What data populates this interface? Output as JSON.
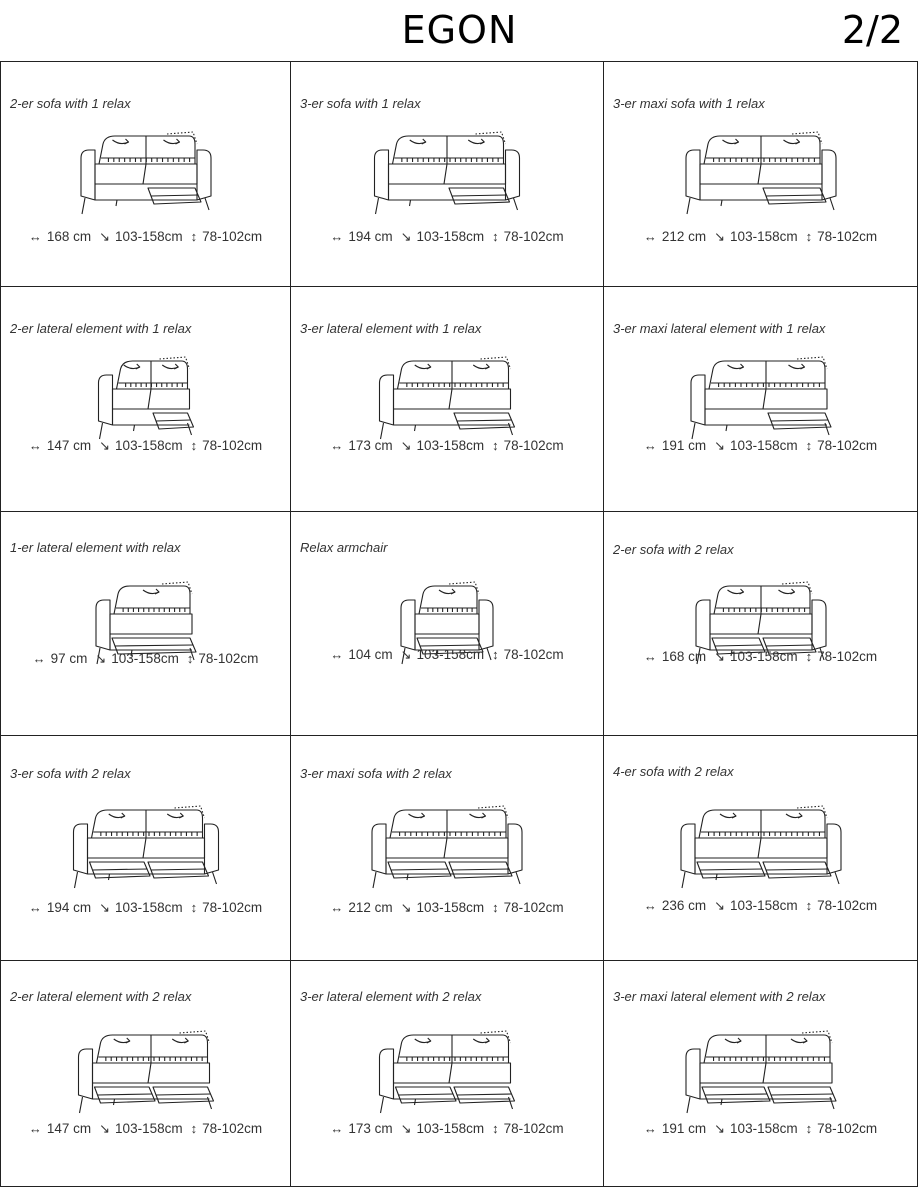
{
  "header": {
    "title": "EGON",
    "page": "2/2"
  },
  "icons": {
    "width": "↔",
    "depth": "↘",
    "height": "↕"
  },
  "items": [
    {
      "title": "2-er sofa with 1 relax",
      "width": "168 cm",
      "depth": "103-158cm",
      "height": "78-102cm"
    },
    {
      "title": "3-er sofa with 1 relax",
      "width": "194 cm",
      "depth": "103-158cm",
      "height": "78-102cm"
    },
    {
      "title": "3-er maxi sofa with 1 relax",
      "width": "212 cm",
      "depth": "103-158cm",
      "height": "78-102cm"
    },
    {
      "title": "2-er lateral element with 1 relax",
      "width": "147 cm",
      "depth": "103-158cm",
      "height": "78-102cm"
    },
    {
      "title": "3-er lateral element with 1 relax",
      "width": "173 cm",
      "depth": "103-158cm",
      "height": "78-102cm"
    },
    {
      "title": "3-er maxi lateral element with 1 relax",
      "width": "191 cm",
      "depth": "103-158cm",
      "height": "78-102cm"
    },
    {
      "title": "1-er lateral element with relax",
      "width": "97 cm",
      "depth": "103-158cm",
      "height": "78-102cm"
    },
    {
      "title": "Relax armchair",
      "width": "104 cm",
      "depth": "103-158cm",
      "height": "78-102cm"
    },
    {
      "title": "2-er sofa with 2 relax",
      "width": "168 cm",
      "depth": "103-158cm",
      "height": "78-102cm"
    },
    {
      "title": "3-er sofa with 2 relax",
      "width": "194 cm",
      "depth": "103-158cm",
      "height": "78-102cm"
    },
    {
      "title": "3-er maxi sofa with 2 relax",
      "width": "212 cm",
      "depth": "103-158cm",
      "height": "78-102cm"
    },
    {
      "title": "4-er sofa with 2 relax",
      "width": "236 cm",
      "depth": "103-158cm",
      "height": "78-102cm"
    },
    {
      "title": "2-er lateral element with 2 relax",
      "width": "147 cm",
      "depth": "103-158cm",
      "height": "78-102cm"
    },
    {
      "title": "3-er lateral element with 2 relax",
      "width": "173 cm",
      "depth": "103-158cm",
      "height": "78-102cm"
    },
    {
      "title": "3-er maxi lateral element with 2 relax",
      "width": "191 cm",
      "depth": "103-158cm",
      "height": "78-102cm"
    }
  ]
}
